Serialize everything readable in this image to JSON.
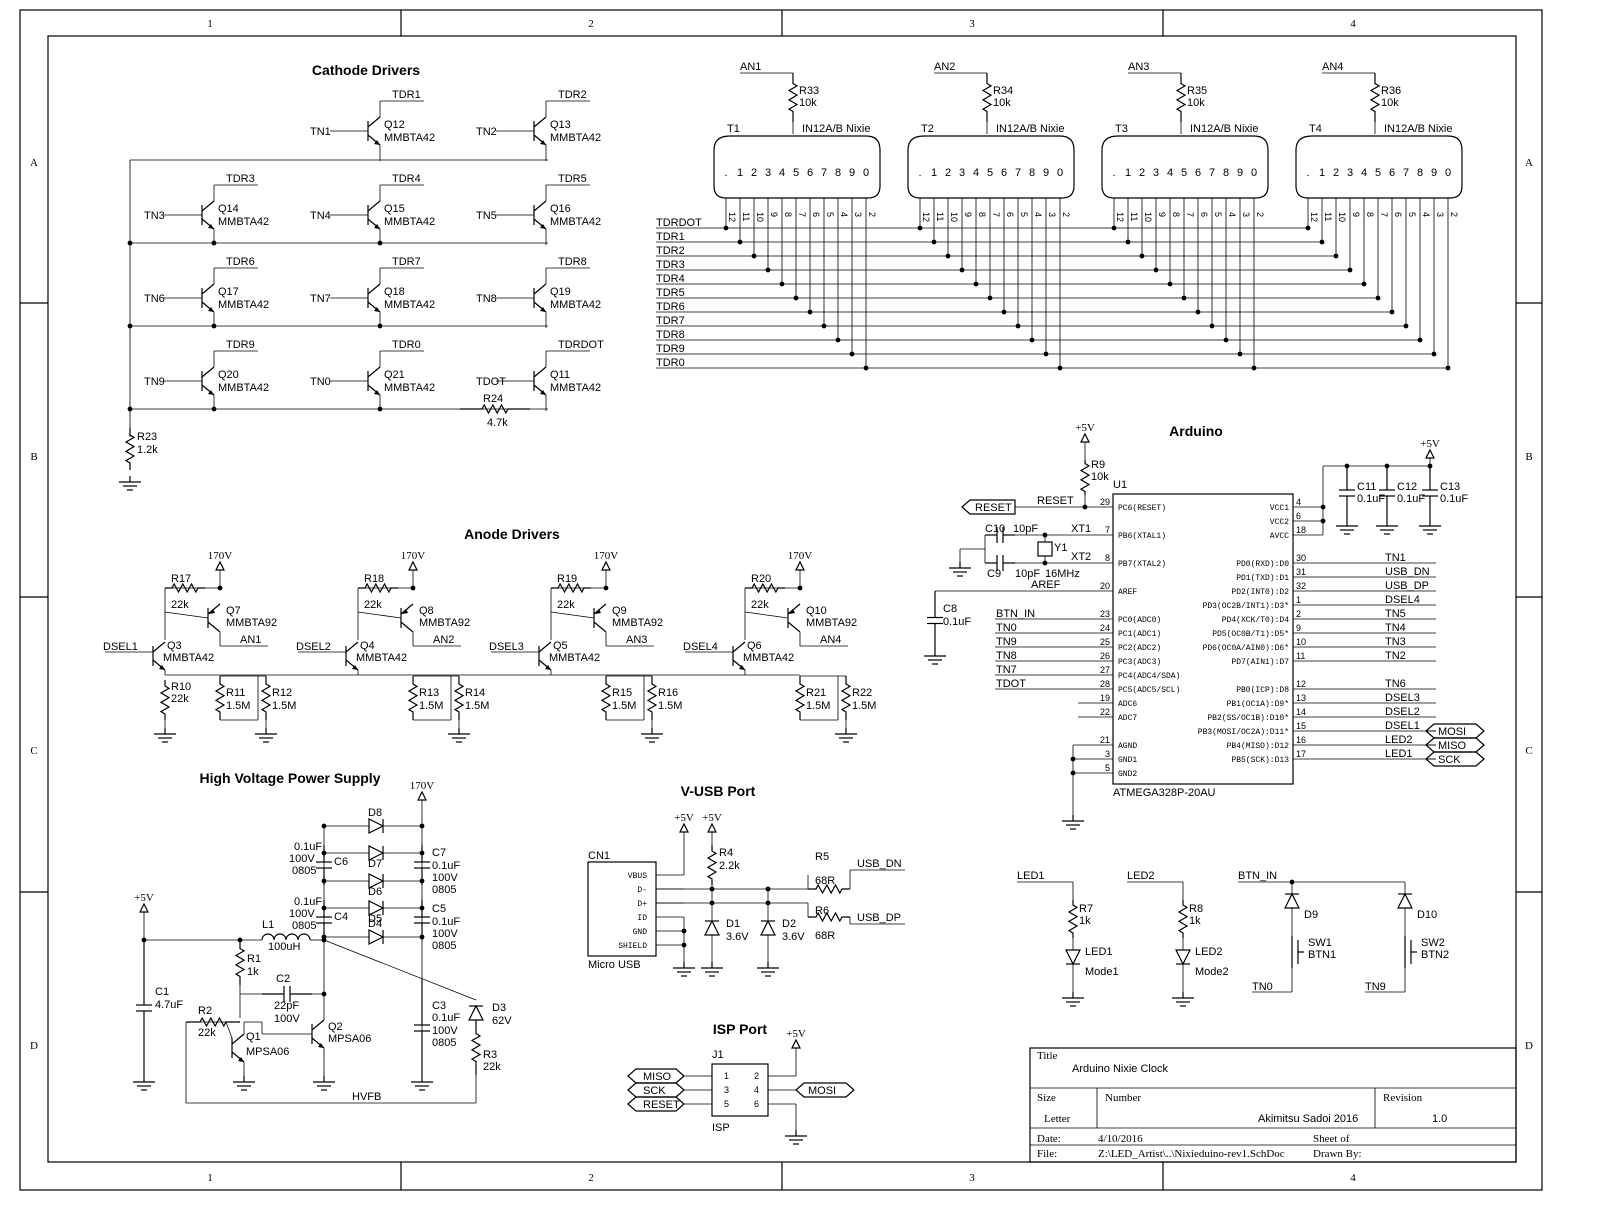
{
  "frame": {
    "columns": [
      "1",
      "2",
      "3",
      "4"
    ],
    "rows": [
      "A",
      "B",
      "C",
      "D"
    ]
  },
  "sections": {
    "cathode": "Cathode Drivers",
    "anode": "Anode Drivers",
    "hv": "High Voltage Power Supply",
    "vusb": "V-USB Port",
    "isp": "ISP Port",
    "arduino": "Arduino"
  },
  "cathode_drivers": [
    {
      "in": "TN1",
      "q": "Q12",
      "part": "MMBTA42",
      "out": "TDR1"
    },
    {
      "in": "TN2",
      "q": "Q13",
      "part": "MMBTA42",
      "out": "TDR2"
    },
    {
      "in": "TN3",
      "q": "Q14",
      "part": "MMBTA42",
      "out": "TDR3"
    },
    {
      "in": "TN4",
      "q": "Q15",
      "part": "MMBTA42",
      "out": "TDR4"
    },
    {
      "in": "TN5",
      "q": "Q16",
      "part": "MMBTA42",
      "out": "TDR5"
    },
    {
      "in": "TN6",
      "q": "Q17",
      "part": "MMBTA42",
      "out": "TDR6"
    },
    {
      "in": "TN7",
      "q": "Q18",
      "part": "MMBTA42",
      "out": "TDR7"
    },
    {
      "in": "TN8",
      "q": "Q19",
      "part": "MMBTA42",
      "out": "TDR8"
    },
    {
      "in": "TN9",
      "q": "Q20",
      "part": "MMBTA42",
      "out": "TDR9"
    },
    {
      "in": "TN0",
      "q": "Q21",
      "part": "MMBTA42",
      "out": "TDR0"
    },
    {
      "in": "TDOT",
      "q": "Q11",
      "part": "MMBTA42",
      "out": "TDRDOT"
    }
  ],
  "cathode_extra": {
    "r24": "R24",
    "r24v": "4.7k",
    "r23": "R23",
    "r23v": "1.2k"
  },
  "nixies": [
    {
      "an": "AN1",
      "r": "R33",
      "rv": "10k",
      "t": "T1",
      "part": "IN12A/B Nixie"
    },
    {
      "an": "AN2",
      "r": "R34",
      "rv": "10k",
      "t": "T2",
      "part": "IN12A/B Nixie"
    },
    {
      "an": "AN3",
      "r": "R35",
      "rv": "10k",
      "t": "T3",
      "part": "IN12A/B Nixie"
    },
    {
      "an": "AN4",
      "r": "R36",
      "rv": "10k",
      "t": "T4",
      "part": "IN12A/B Nixie"
    }
  ],
  "nixie_digits": [
    ".",
    "1",
    "2",
    "3",
    "4",
    "5",
    "6",
    "7",
    "8",
    "9",
    "0"
  ],
  "nixie_pins": [
    "12",
    "11",
    "10",
    "9",
    "8",
    "7",
    "6",
    "5",
    "4",
    "3",
    "2"
  ],
  "bus_labels": [
    "TDRDOT",
    "TDR1",
    "TDR2",
    "TDR3",
    "TDR4",
    "TDR5",
    "TDR6",
    "TDR7",
    "TDR8",
    "TDR9",
    "TDR0"
  ],
  "anode_drivers": [
    {
      "v": "170V",
      "rtop": "R17",
      "rv": "22k",
      "qp": "Q7",
      "qpp": "MMBTA92",
      "an": "AN1",
      "sel": "DSEL1",
      "qn": "Q3",
      "qnp": "MMBTA42",
      "rb": "R10",
      "rbv": "22k",
      "ra": "R11",
      "rav": "1.5M",
      "rc": "R12",
      "rcv": "1.5M"
    },
    {
      "v": "170V",
      "rtop": "R18",
      "rv": "22k",
      "qp": "Q8",
      "qpp": "MMBTA92",
      "an": "AN2",
      "sel": "DSEL2",
      "qn": "Q4",
      "qnp": "MMBTA42",
      "rb": "",
      "rbv": "",
      "ra": "R13",
      "rav": "1.5M",
      "rc": "R14",
      "rcv": "1.5M"
    },
    {
      "v": "170V",
      "rtop": "R19",
      "rv": "22k",
      "qp": "Q9",
      "qpp": "MMBTA92",
      "an": "AN3",
      "sel": "DSEL3",
      "qn": "Q5",
      "qnp": "MMBTA42",
      "rb": "",
      "rbv": "",
      "ra": "R15",
      "rav": "1.5M",
      "rc": "R16",
      "rcv": "1.5M"
    },
    {
      "v": "170V",
      "rtop": "R20",
      "rv": "22k",
      "qp": "Q10",
      "qpp": "MMBTA92",
      "an": "AN4",
      "sel": "DSEL4",
      "qn": "Q6",
      "qnp": "MMBTA42",
      "rb": "",
      "rbv": "",
      "ra": "R21",
      "rav": "1.5M",
      "rc": "R22",
      "rcv": "1.5M"
    }
  ],
  "mcu": {
    "name": "U1",
    "part": "ATMEGA328P-20AU",
    "left_pins": [
      {
        "n": "29",
        "t": "PC6(RESET)",
        "net": "RESET"
      },
      {
        "n": "7",
        "t": "PB6(XTAL1)",
        "net": "XT1"
      },
      {
        "n": "8",
        "t": "PB7(XTAL2)",
        "net": "XT2"
      },
      {
        "n": "20",
        "t": "AREF",
        "net": "AREF"
      },
      {
        "n": "23",
        "t": "PC0(ADC0)",
        "net": "BTN_IN"
      },
      {
        "n": "24",
        "t": "PC1(ADC1)",
        "net": "TN0"
      },
      {
        "n": "25",
        "t": "PC2(ADC2)",
        "net": "TN9"
      },
      {
        "n": "26",
        "t": "PC3(ADC3)",
        "net": "TN8"
      },
      {
        "n": "27",
        "t": "PC4(ADC4/SDA)",
        "net": "TN7"
      },
      {
        "n": "28",
        "t": "PC5(ADC5/SCL)",
        "net": "TDOT"
      },
      {
        "n": "19",
        "t": "ADC6",
        "net": ""
      },
      {
        "n": "22",
        "t": "ADC7",
        "net": ""
      },
      {
        "n": "21",
        "t": "AGND",
        "net": ""
      },
      {
        "n": "3",
        "t": "GND1",
        "net": ""
      },
      {
        "n": "5",
        "t": "GND2",
        "net": ""
      }
    ],
    "right_pins": [
      {
        "n": "4",
        "t": "VCC1",
        "net": ""
      },
      {
        "n": "6",
        "t": "VCC2",
        "net": ""
      },
      {
        "n": "18",
        "t": "AVCC",
        "net": ""
      },
      {
        "n": "30",
        "t": "PD0(RXD):D0",
        "net": "TN1"
      },
      {
        "n": "31",
        "t": "PD1(TXD):D1",
        "net": "USB_DN"
      },
      {
        "n": "32",
        "t": "PD2(INT0):D2",
        "net": "USB_DP"
      },
      {
        "n": "1",
        "t": "PD3(OC2B/INT1):D3*",
        "net": "DSEL4"
      },
      {
        "n": "2",
        "t": "PD4(XCK/T0):D4",
        "net": "TN5"
      },
      {
        "n": "9",
        "t": "PD5(OC0B/T1):D5*",
        "net": "TN4"
      },
      {
        "n": "10",
        "t": "PD6(OC0A/AIN0):D6*",
        "net": "TN3"
      },
      {
        "n": "11",
        "t": "PD7(AIN1):D7",
        "net": "TN2"
      },
      {
        "n": "12",
        "t": "PB0(ICP):D8",
        "net": "TN6"
      },
      {
        "n": "13",
        "t": "PB1(OC1A):D9*",
        "net": "DSEL3"
      },
      {
        "n": "14",
        "t": "PB2(SS/OC1B):D10*",
        "net": "DSEL2"
      },
      {
        "n": "15",
        "t": "PB3(MOSI/OC2A):D11*",
        "net": "DSEL1"
      },
      {
        "n": "16",
        "t": "PB4(MISO):D12",
        "net": "LED2"
      },
      {
        "n": "17",
        "t": "PB5(SCK):D13",
        "net": "LED1"
      }
    ],
    "ports": [
      "MOSI",
      "MISO",
      "SCK"
    ],
    "reset_port": "RESET",
    "r9": "R9",
    "r9v": "10k",
    "p5v": "+5V",
    "c10": "C10",
    "c10v": "10pF",
    "c9": "C9",
    "c9v": "10pF",
    "y1": "Y1",
    "y1v": "16MHz",
    "c8": "C8",
    "c8v": "0.1uF",
    "caps": [
      {
        "n": "C11",
        "v": "0.1uF"
      },
      {
        "n": "C12",
        "v": "0.1uF"
      },
      {
        "n": "C13",
        "v": "0.1uF"
      }
    ]
  },
  "hv": {
    "v170": "170V",
    "p5v": "+5V",
    "d8": "D8",
    "d7": "D7",
    "d6": "D6",
    "d5": "D5",
    "d4": "D4",
    "d3": "D3",
    "d3v": "62V",
    "c6": "C6",
    "c6v": [
      "0.1uF",
      "100V",
      "0805"
    ],
    "c4": "C4",
    "c4v": [
      "0.1uF",
      "100V",
      "0805"
    ],
    "c7": "C7",
    "c7v": [
      "0.1uF",
      "100V",
      "0805"
    ],
    "c5": "C5",
    "c5v": [
      "0.1uF",
      "100V",
      "0805"
    ],
    "c3": "C3",
    "c3v": [
      "0.1uF",
      "100V",
      "0805"
    ],
    "c2": "C2",
    "c2v": [
      "22pF",
      "100V"
    ],
    "c1": "C1",
    "c1v": "4.7uF",
    "l1": "L1",
    "l1v": "100uH",
    "r1": "R1",
    "r1v": "1k",
    "r2": "R2",
    "r2v": "22k",
    "r3": "R3",
    "r3v": "22k",
    "q1": "Q1",
    "q1p": "MPSA06",
    "q2": "Q2",
    "q2p": "MPSA06",
    "hvfb": "HVFB"
  },
  "usb": {
    "cn1": "CN1",
    "pins": [
      "VBUS",
      "D-",
      "D+",
      "ID",
      "GND",
      "SHIELD"
    ],
    "name": "Micro USB",
    "r4": "R4",
    "r4v": "2.2k",
    "r5": "R5",
    "r5v": "68R",
    "r6": "R6",
    "r6v": "68R",
    "d1": "D1",
    "d1v": "3.6V",
    "d2": "D2",
    "d2v": "3.6V",
    "dn": "USB_DN",
    "dp": "USB_DP",
    "p5v": "+5V"
  },
  "isp": {
    "j1": "J1",
    "name": "ISP",
    "pins": [
      "1",
      "2",
      "3",
      "4",
      "5",
      "6"
    ],
    "left": [
      "MISO",
      "SCK",
      "RESET"
    ],
    "right": "MOSI",
    "p5v": "+5V"
  },
  "leds": [
    {
      "net": "LED1",
      "r": "R7",
      "rv": "1k",
      "d": "LED1",
      "m": "Mode1"
    },
    {
      "net": "LED2",
      "r": "R8",
      "rv": "1k",
      "d": "LED2",
      "m": "Mode2"
    }
  ],
  "buttons": {
    "net": "BTN_IN",
    "d9": "D9",
    "d10": "D10",
    "sw1": "SW1",
    "sw1n": "BTN1",
    "sw2": "SW2",
    "sw2n": "BTN2",
    "tn0": "TN0",
    "tn9": "TN9"
  },
  "titleblock": {
    "title_lbl": "Title",
    "title": "Arduino Nixie Clock",
    "size_lbl": "Size",
    "size": "Letter",
    "number_lbl": "Number",
    "author": "Akimitsu Sadoi 2016",
    "rev_lbl": "Revision",
    "rev": "1.0",
    "date_lbl": "Date:",
    "date": "4/10/2016",
    "sheet_lbl": "Sheet    of",
    "file_lbl": "File:",
    "file": "Z:\\LED_Artist\\..\\Nixieduino-rev1.SchDoc",
    "drawn_lbl": "Drawn By:"
  }
}
